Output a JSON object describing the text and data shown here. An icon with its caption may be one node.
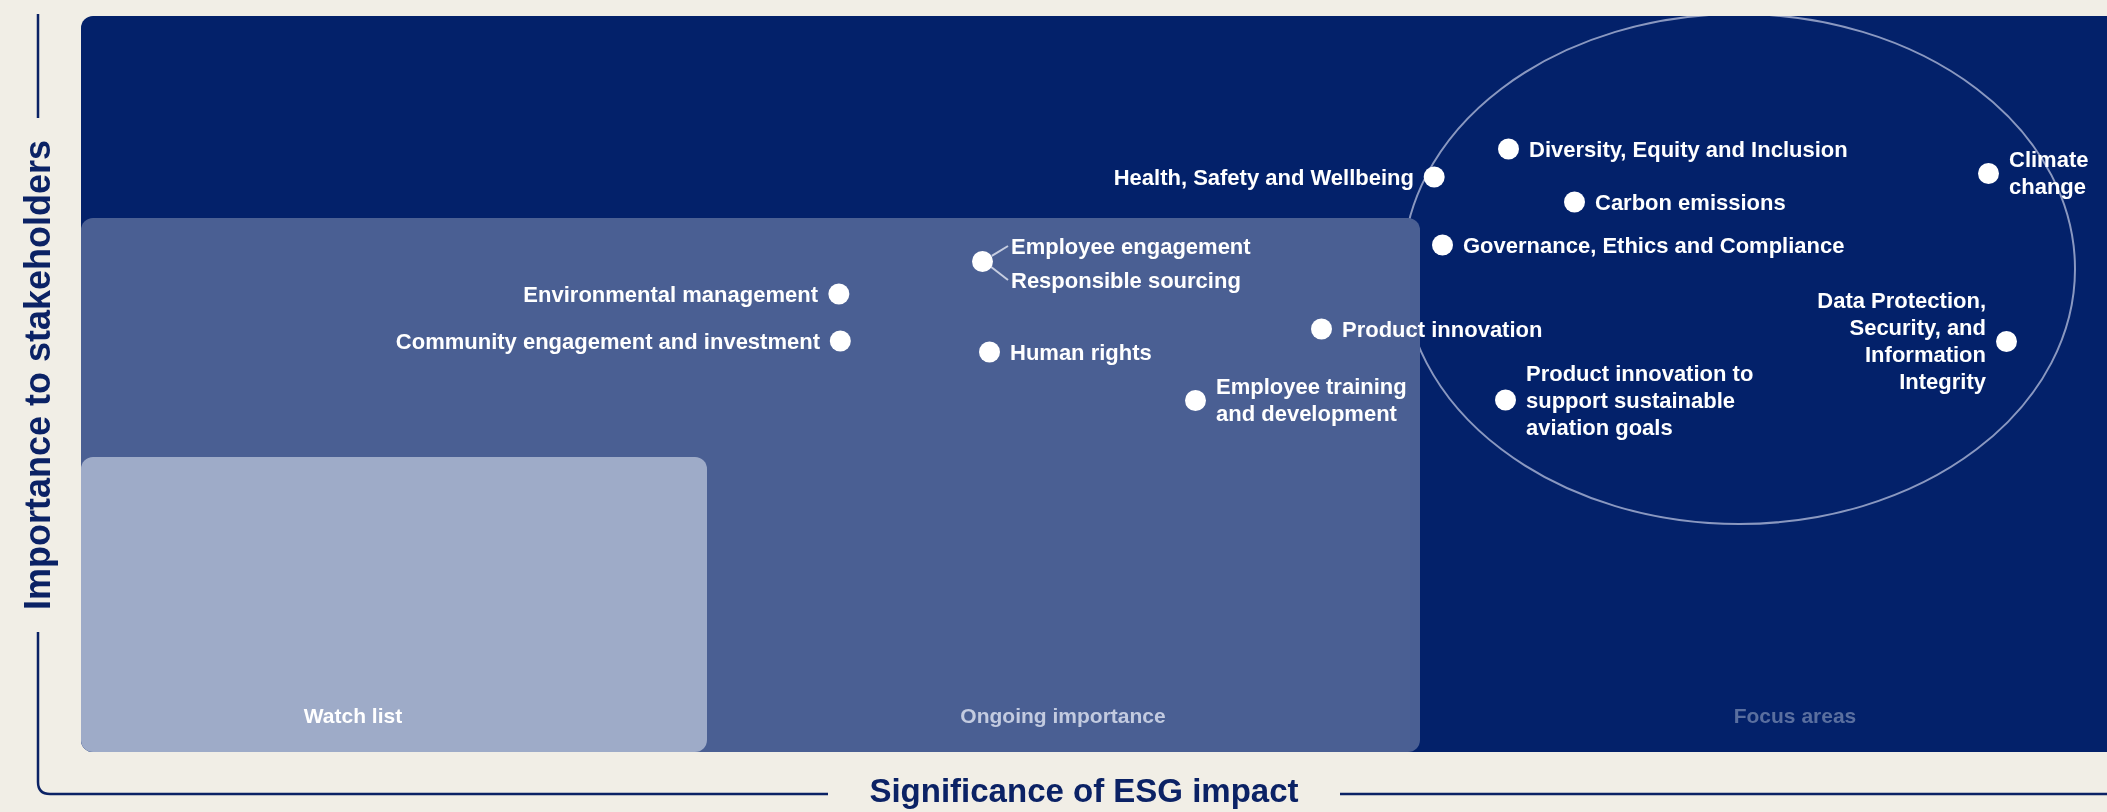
{
  "diagram": {
    "nodes": [
      {
        "text": [
          "Focus areas"
        ]
      },
      {
        "text": [
          "Ongoing importance"
        ],
        "in": 0
      },
      {
        "text": [
          "Watch list"
        ],
        "in": 1
      },
      {
        "text": [
          "Diversity, Equity and Inclusion"
        ],
        "in": 0
      },
      {
        "text": [
          "Climate change"
        ],
        "in": 0
      },
      {
        "text": [
          "Health, Safety and Wellbeing"
        ],
        "in": 0
      },
      {
        "text": [
          "Carbon emissions"
        ],
        "in": 0
      },
      {
        "text": [
          "Governance, Ethics and Compliance"
        ],
        "in": 0
      },
      {
        "text": [],
        "shape": "circle",
        "in": 1
      },
      {
        "text": [
          "Employee engagement"
        ],
        "in": 1
      },
      {
        "text": [
          "Responsible sourcing"
        ],
        "in": 1
      },
      {
        "text": [
          "Environmental management"
        ],
        "in": 1
      },
      {
        "text": [
          "Product innovation"
        ],
        "in": 1
      },
      {
        "text": [
          "Community engagement and investment"
        ],
        "in": 1
      },
      {
        "text": [
          "Data Protection, Security, and Information Integrity"
        ],
        "in": 0
      },
      {
        "text": [
          "Human rights"
        ],
        "in": 1
      },
      {
        "text": [
          "Employee training and development"
        ],
        "in": 1
      },
      {
        "text": [
          "Product innovation to support sustainable aviation goals"
        ],
        "in": 0
      }
    ],
    "edges": [
      {
        "from": 8,
        "to": 9,
        "arrow": "none"
      },
      {
        "from": 8,
        "to": 10,
        "arrow": "none"
      }
    ],
    "labels": [
      "Importance to stakeholders",
      "Significance of ESG impact"
    ]
  }
}
